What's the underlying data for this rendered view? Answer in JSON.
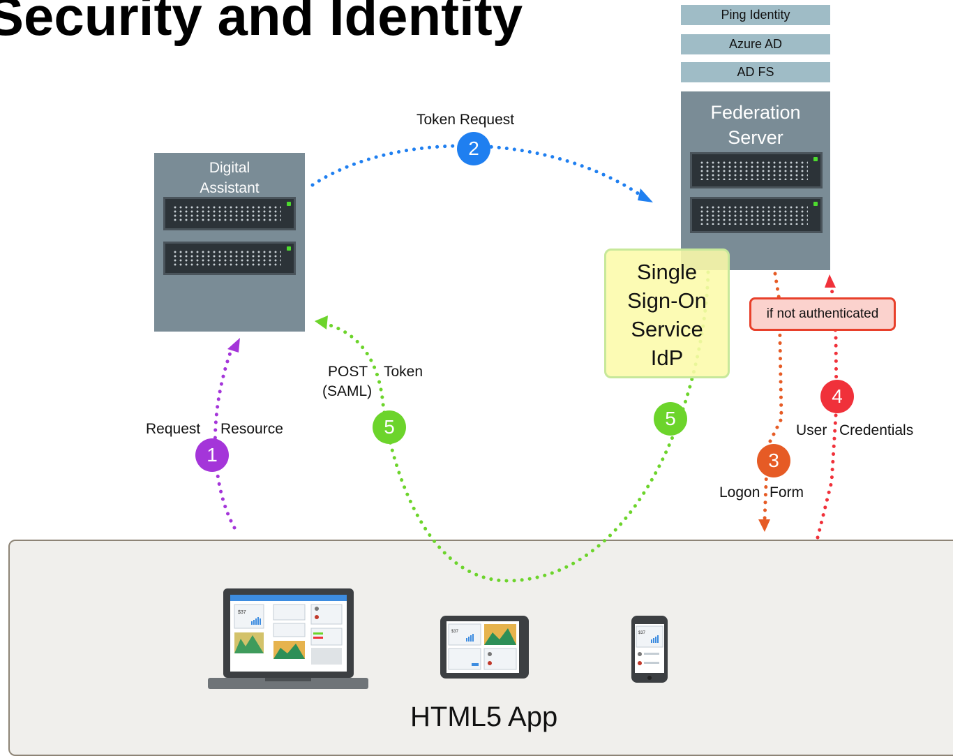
{
  "title": "Security and Identity",
  "identity_providers": [
    "Ping Identity",
    "Azure AD",
    "AD FS"
  ],
  "servers": {
    "digital_assistant": "Digital\nAssistant",
    "federation_server": "Federation\nServer"
  },
  "sso": "Single\nSign-On\nService\nIdP",
  "not_authenticated": "if not authenticated",
  "steps": {
    "request_resource": {
      "number": "1",
      "label_a": "Request",
      "label_b": "Resource",
      "color": "#a435d9"
    },
    "token_request": {
      "number": "2",
      "label": "Token Request",
      "color": "#1f7ff0"
    },
    "logon_form": {
      "number": "3",
      "label_a": "Logon",
      "label_b": "Form",
      "color": "#e65b25"
    },
    "user_credentials": {
      "number": "4",
      "label_a": "User",
      "label_b": "Credentials",
      "color": "#f0313a"
    },
    "post_token": {
      "number": "5",
      "label_a": "POST",
      "label_b": "Token",
      "label_c": "(SAML)",
      "color": "#6cd42b"
    },
    "sso_token": {
      "number": "5",
      "color": "#6cd42b"
    }
  },
  "app_panel": {
    "label": "HTML5 App"
  },
  "devices": [
    "laptop",
    "tablet",
    "phone"
  ],
  "device_screen_value": "$37"
}
